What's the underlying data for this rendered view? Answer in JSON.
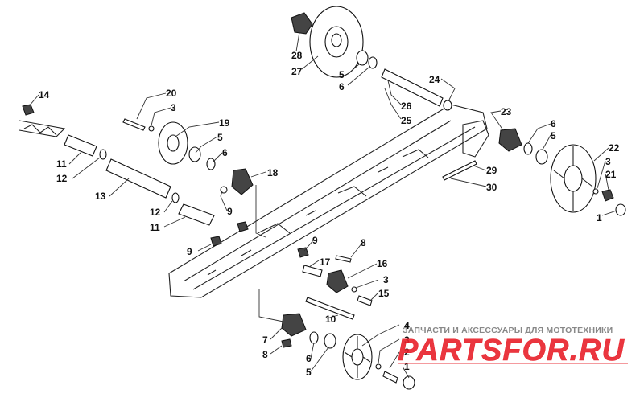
{
  "callouts": [
    {
      "id": "c28",
      "text": "28"
    },
    {
      "id": "c27",
      "text": "27"
    },
    {
      "id": "c5a",
      "text": "5"
    },
    {
      "id": "c6a",
      "text": "6"
    },
    {
      "id": "c24",
      "text": "24"
    },
    {
      "id": "c26",
      "text": "26"
    },
    {
      "id": "c25",
      "text": "25"
    },
    {
      "id": "c23",
      "text": "23"
    },
    {
      "id": "c6b",
      "text": "6"
    },
    {
      "id": "c5b",
      "text": "5"
    },
    {
      "id": "c22",
      "text": "22"
    },
    {
      "id": "c3a",
      "text": "3"
    },
    {
      "id": "c21",
      "text": "21"
    },
    {
      "id": "c1a",
      "text": "1"
    },
    {
      "id": "c29",
      "text": "29"
    },
    {
      "id": "c30",
      "text": "30"
    },
    {
      "id": "c14",
      "text": "14"
    },
    {
      "id": "c20",
      "text": "20"
    },
    {
      "id": "c3b",
      "text": "3"
    },
    {
      "id": "c19",
      "text": "19"
    },
    {
      "id": "c5c",
      "text": "5"
    },
    {
      "id": "c6c",
      "text": "6"
    },
    {
      "id": "c18",
      "text": "18"
    },
    {
      "id": "c11a",
      "text": "11"
    },
    {
      "id": "c12a",
      "text": "12"
    },
    {
      "id": "c13",
      "text": "13"
    },
    {
      "id": "c12b",
      "text": "12"
    },
    {
      "id": "c11b",
      "text": "11"
    },
    {
      "id": "c9a",
      "text": "9"
    },
    {
      "id": "c9b",
      "text": "9"
    },
    {
      "id": "c9c",
      "text": "9"
    },
    {
      "id": "c8a",
      "text": "8"
    },
    {
      "id": "c17",
      "text": "17"
    },
    {
      "id": "c16",
      "text": "16"
    },
    {
      "id": "c3c",
      "text": "3"
    },
    {
      "id": "c15",
      "text": "15"
    },
    {
      "id": "c10",
      "text": "10"
    },
    {
      "id": "c7",
      "text": "7"
    },
    {
      "id": "c8b",
      "text": "8"
    },
    {
      "id": "c6d",
      "text": "6"
    },
    {
      "id": "c5d",
      "text": "5"
    },
    {
      "id": "c4",
      "text": "4"
    },
    {
      "id": "c3d",
      "text": "3"
    },
    {
      "id": "c2",
      "text": "2"
    },
    {
      "id": "c1b",
      "text": "1"
    }
  ],
  "watermark": {
    "tagline": "ЗАПЧАСТИ И АКСЕССУАРЫ ДЛЯ МОТОТЕХНИКИ",
    "logo_text": "PARTSFOR.RU",
    "color": "#e8202a"
  }
}
